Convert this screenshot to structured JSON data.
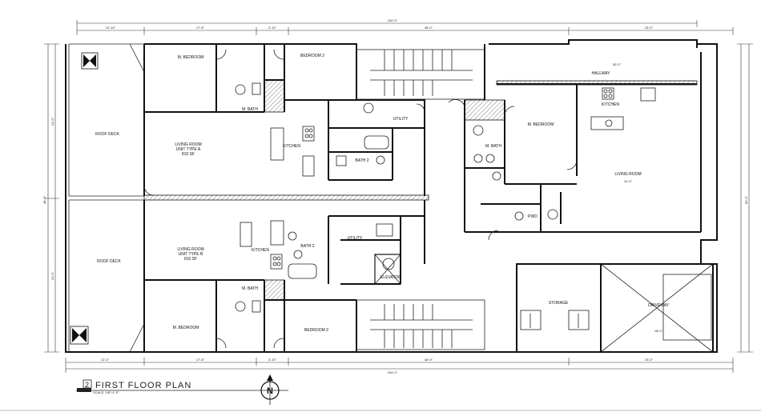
{
  "title": {
    "number": "2",
    "text": "FIRST FLOOR PLAN",
    "scale": "SCALE: 1/8\"=1'-0\""
  },
  "compass": "N",
  "rooms": {
    "roof_deck_top": "ROOF DECK",
    "roof_deck_bottom": "ROOF DECK",
    "m_bedroom_a": "M. BEDROOM",
    "bedroom2_a": "BEDROOM 2",
    "living_a_1": "LIVING ROOM",
    "living_a_2": "UNIT TYPE A",
    "living_a_3": "810 SF",
    "kitchen_a": "KITCHEN",
    "m_bath_a": "M. BATH",
    "bath2_a": "BATH 2",
    "utility_a": "UTILITY",
    "living_b_1": "LIVING ROOM",
    "living_b_2": "UNIT TYPE B",
    "living_b_3": "810 SF",
    "kitchen_b": "KITCHEN",
    "bath2_b": "BATH 2",
    "utility_b": "UTILITY",
    "elevator": "ELEVATOR",
    "m_bath_b": "M. BATH",
    "m_bedroom_b": "M. BEDROOM",
    "bedroom2_b": "BEDROOM 2",
    "hallway": "HALLWAY",
    "kitchen_c": "KITCHEN",
    "m_bedroom_c": "M. BEDROOM",
    "m_bath_c": "M. BATH",
    "living_c": "LIVING ROOM",
    "pwd": "PWD",
    "storage": "STORAGE",
    "driveway": "DRIVEWAY"
  },
  "dimensions": {
    "overall_top": "100'-0\"",
    "top_1": "10'-10\"",
    "top_2": "17'-8\"",
    "top_3": "3'-10\"",
    "top_4": "48'-0\"",
    "top_5": "23'-0\"",
    "overall_bottom": "104'-0\"",
    "bottom_1": "12'-0\"",
    "bottom_2": "17'-8\"",
    "bottom_3": "3'-10\"",
    "bottom_4": "48'-0\"",
    "bottom_5": "23'-0\"",
    "left_overall": "48'-0\"",
    "left_top": "24'-0\"",
    "left_bottom": "24'-0\"",
    "right_overall": "50'-0\"",
    "hallway_dim": "30'-0\"",
    "living_c_dim": "14'-0\"",
    "driveway_dim": "18'-0\""
  }
}
